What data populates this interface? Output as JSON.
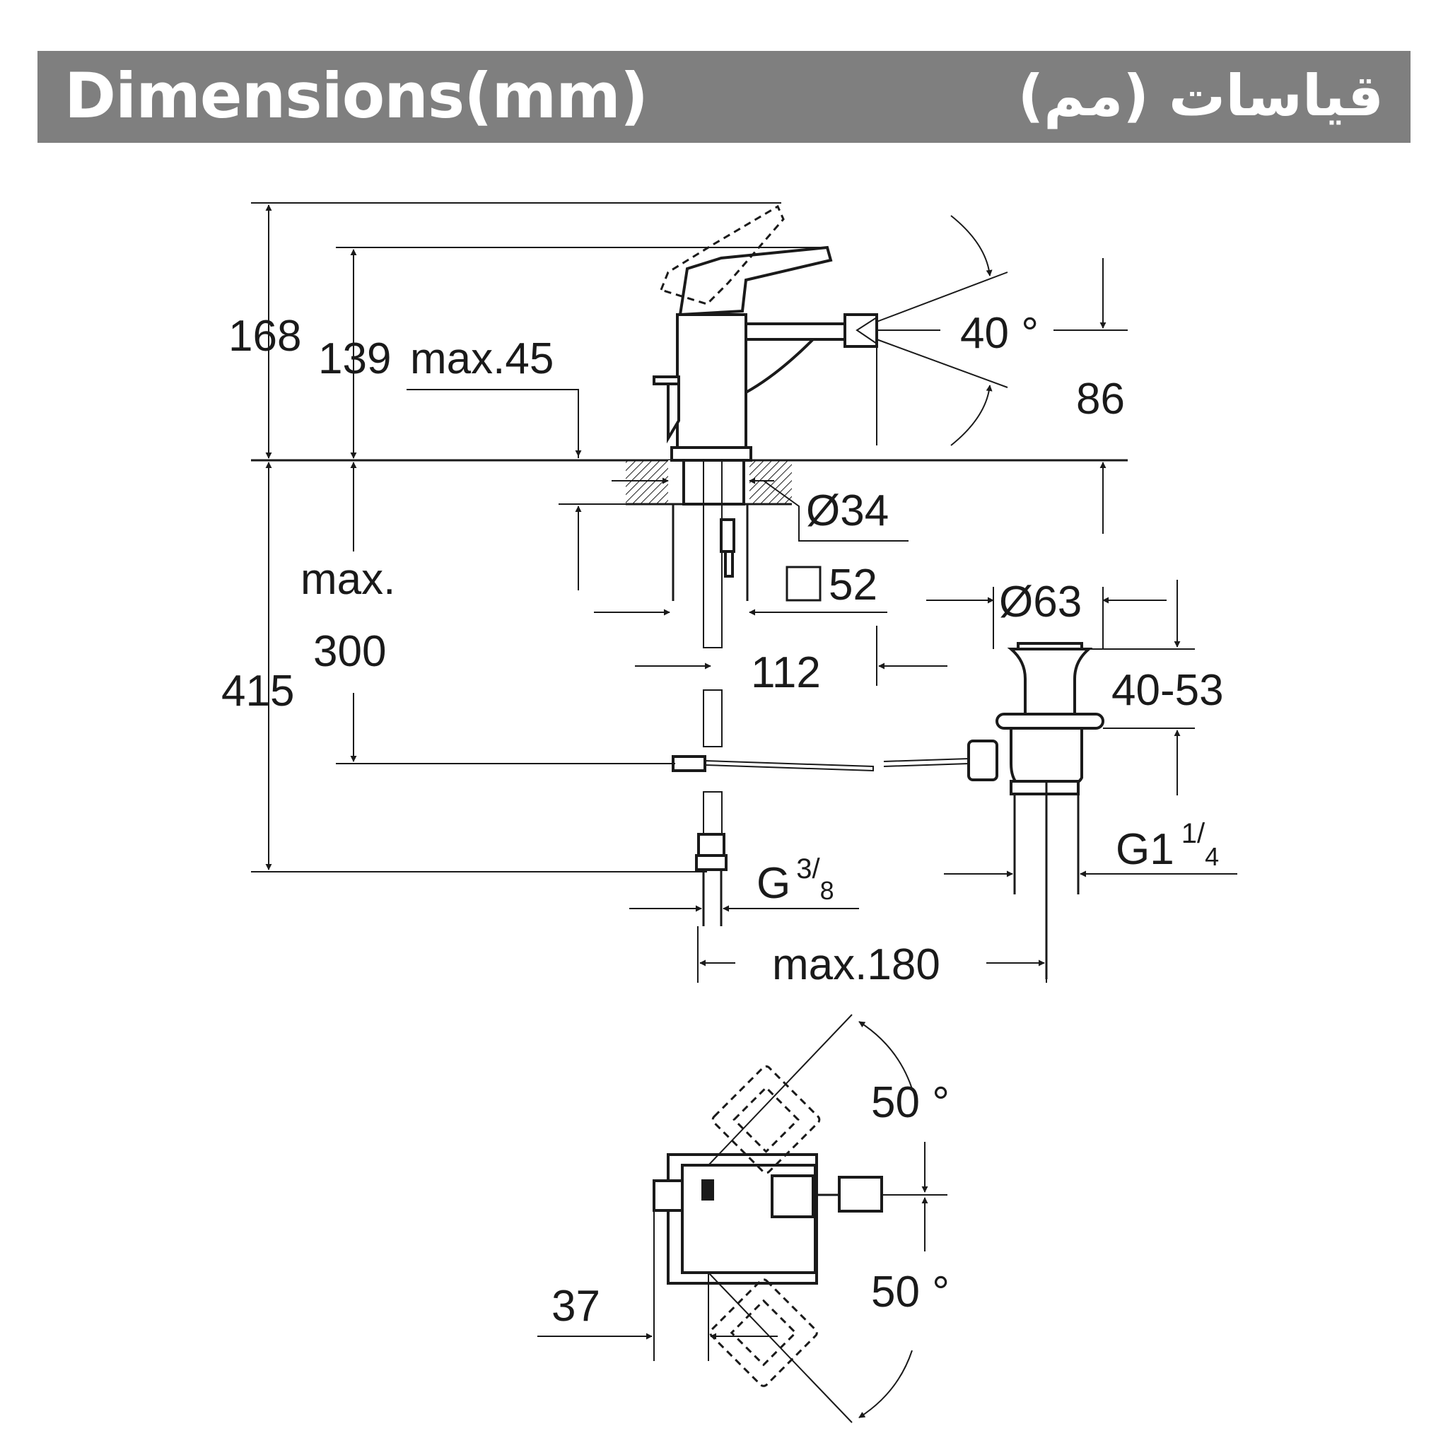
{
  "header": {
    "title": "Dimensions(mm)",
    "title_ar": "قياسات (مم)",
    "background_color": "#7f7f7f",
    "text_color": "#ffffff"
  },
  "side_view": {
    "height_total": "168",
    "height_spout": "139",
    "max_thickness": "max.45",
    "angle_spout": "40 °",
    "spout_height": "86",
    "hole_diameter": "Ø34",
    "base_square": "52",
    "max_label": "max.",
    "max_hose": "300",
    "total_below": "415",
    "spout_reach": "112",
    "drain_diameter": "Ø63",
    "drain_range": "40-53",
    "hose_thread_main": "G",
    "hose_thread_num": "3",
    "hose_thread_den": "8",
    "drain_thread_main": "G1",
    "drain_thread_num": "1",
    "drain_thread_den": "4",
    "max_distance": "max.180"
  },
  "top_view": {
    "angle_upper": "50 °",
    "angle_lower": "50 °",
    "offset": "37"
  }
}
